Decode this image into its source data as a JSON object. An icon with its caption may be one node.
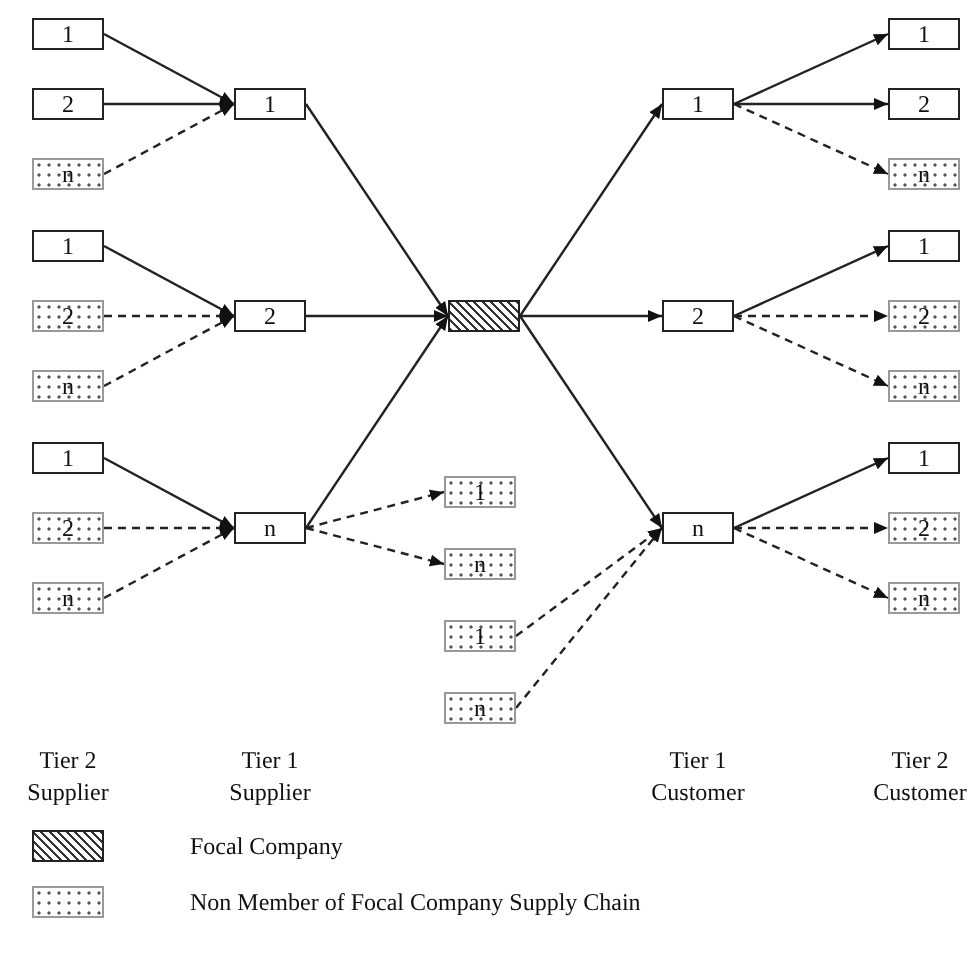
{
  "diagram": {
    "nodes": [
      {
        "text": [
          "1"
        ]
      },
      {
        "text": [
          "2"
        ]
      },
      {
        "text": [
          "n"
        ]
      },
      {
        "text": [
          "1"
        ]
      },
      {
        "text": [
          "2"
        ]
      },
      {
        "text": [
          "n"
        ]
      },
      {
        "text": [
          "1"
        ]
      },
      {
        "text": [
          "2"
        ]
      },
      {
        "text": [
          "n"
        ]
      },
      {
        "text": [
          "1"
        ]
      },
      {
        "text": [
          "2"
        ]
      },
      {
        "text": [
          "n"
        ]
      },
      {
        "text": [],
        "shape": "box"
      },
      {
        "text": [
          "1"
        ]
      },
      {
        "text": [
          "n"
        ]
      },
      {
        "text": [
          "1"
        ]
      },
      {
        "text": [
          "n"
        ]
      },
      {
        "text": [
          "1"
        ]
      },
      {
        "text": [
          "2"
        ]
      },
      {
        "text": [
          "n"
        ]
      },
      {
        "text": [
          "1"
        ]
      },
      {
        "text": [
          "2"
        ]
      },
      {
        "text": [
          "n"
        ]
      },
      {
        "text": [
          "1"
        ]
      },
      {
        "text": [
          "2"
        ]
      },
      {
        "text": [
          "n"
        ]
      },
      {
        "text": [
          "1"
        ]
      },
      {
        "text": [
          "2"
        ]
      },
      {
        "text": [
          "n"
        ]
      }
    ],
    "edges": [
      {
        "from": 0,
        "to": 9,
        "arrow": "to"
      },
      {
        "from": 1,
        "to": 9,
        "arrow": "to"
      },
      {
        "from": 2,
        "to": 9,
        "arrow": "to",
        "style": "dashed"
      },
      {
        "from": 3,
        "to": 10,
        "arrow": "to"
      },
      {
        "from": 4,
        "to": 10,
        "arrow": "to",
        "style": "dashed"
      },
      {
        "from": 5,
        "to": 10,
        "arrow": "to",
        "style": "dashed"
      },
      {
        "from": 6,
        "to": 11,
        "arrow": "to"
      },
      {
        "from": 7,
        "to": 11,
        "arrow": "to",
        "style": "dashed"
      },
      {
        "from": 8,
        "to": 11,
        "arrow": "to",
        "style": "dashed"
      },
      {
        "from": 9,
        "to": 12,
        "arrow": "to"
      },
      {
        "from": 10,
        "to": 12,
        "arrow": "to"
      },
      {
        "from": 11,
        "to": 12,
        "arrow": "to"
      },
      {
        "from": 11,
        "to": 13,
        "arrow": "to",
        "style": "dashed"
      },
      {
        "from": 11,
        "to": 14,
        "arrow": "to",
        "style": "dashed"
      },
      {
        "from": 12,
        "to": 17,
        "arrow": "to"
      },
      {
        "from": 12,
        "to": 18,
        "arrow": "to"
      },
      {
        "from": 12,
        "to": 19,
        "arrow": "to"
      },
      {
        "from": 15,
        "to": 19,
        "arrow": "to",
        "style": "dashed"
      },
      {
        "from": 16,
        "to": 19,
        "arrow": "to",
        "style": "dashed"
      },
      {
        "from": 17,
        "to": 20,
        "arrow": "to"
      },
      {
        "from": 17,
        "to": 21,
        "arrow": "to"
      },
      {
        "from": 17,
        "to": 22,
        "arrow": "to",
        "style": "dashed"
      },
      {
        "from": 18,
        "to": 23,
        "arrow": "to"
      },
      {
        "from": 18,
        "to": 24,
        "arrow": "to",
        "style": "dashed"
      },
      {
        "from": 18,
        "to": 25,
        "arrow": "to",
        "style": "dashed"
      },
      {
        "from": 19,
        "to": 26,
        "arrow": "to"
      },
      {
        "from": 19,
        "to": 27,
        "arrow": "to",
        "style": "dashed"
      },
      {
        "from": 19,
        "to": 28,
        "arrow": "to",
        "style": "dashed"
      }
    ],
    "labels": [
      "Tier 2 Supplier",
      "Tier 1 Supplier",
      "Tier 1 Customer",
      "Tier 2 Customer"
    ],
    "legend": [
      {
        "text": "Focal Company"
      },
      {
        "text": "Non Member of Focal Company Supply Chain"
      }
    ]
  }
}
